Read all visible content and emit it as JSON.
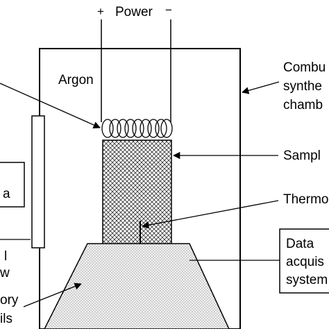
{
  "diagram": {
    "power": {
      "plus": "+",
      "label": "Power",
      "minus": "−"
    },
    "argon": "Argon",
    "chamber_label": [
      "Combu",
      "synthe",
      "chamb"
    ],
    "sample_label": "Sampl",
    "thermocouple_label": "Thermo",
    "data_acquisition_label": [
      "Data",
      "acquis",
      "system"
    ],
    "left_box_label": "a",
    "left_window_label": [
      "l",
      "w"
    ],
    "refractory_label": [
      "ory",
      "ils"
    ]
  }
}
